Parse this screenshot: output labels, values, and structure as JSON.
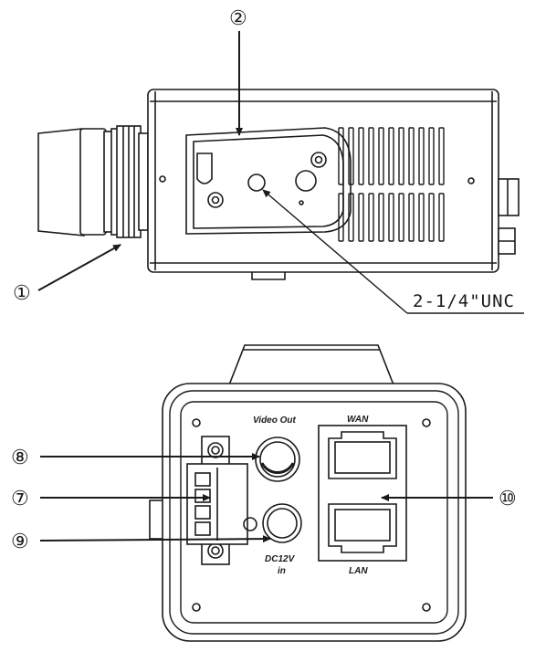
{
  "callouts": {
    "c1": "①",
    "c2": "②",
    "c7": "⑦",
    "c8": "⑧",
    "c9": "⑨",
    "c10": "⑩"
  },
  "labels": {
    "mount_thread": "2-1/4\"UNC",
    "video_out": "Video Out",
    "wan": "WAN",
    "lan": "LAN",
    "dc_line1": "DC12V",
    "dc_line2": "in"
  },
  "colors": {
    "ink": "#1a1a1a",
    "background": "#ffffff"
  }
}
